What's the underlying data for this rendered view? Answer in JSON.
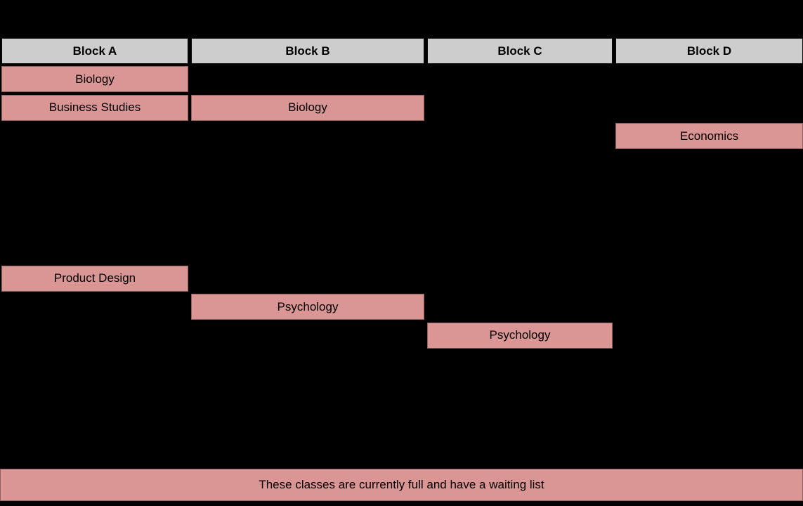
{
  "timetable": {
    "header": {
      "columns": [
        {
          "key": "A",
          "label": "Block A"
        },
        {
          "key": "B",
          "label": "Block B"
        },
        {
          "key": "C",
          "label": "Block C"
        },
        {
          "key": "D",
          "label": "Block D"
        }
      ]
    },
    "rows": [
      {
        "cells": [
          {
            "column": "A",
            "label": "Biology"
          }
        ]
      },
      {
        "cells": [
          {
            "column": "A",
            "label": "Business Studies"
          },
          {
            "column": "B",
            "label": "Biology"
          }
        ]
      },
      {
        "cells": [
          {
            "column": "D",
            "label": "Economics"
          }
        ]
      },
      {
        "cells": []
      },
      {
        "cells": []
      },
      {
        "cells": []
      },
      {
        "cells": []
      },
      {
        "cells": [
          {
            "column": "A",
            "label": "Product Design"
          }
        ]
      },
      {
        "cells": [
          {
            "column": "B",
            "label": "Psychology"
          }
        ]
      },
      {
        "cells": [
          {
            "column": "C",
            "label": "Psychology"
          }
        ]
      }
    ]
  },
  "footer": {
    "note": "These classes are currently full and have a waiting list"
  },
  "colors": {
    "background": "#000000",
    "header_bg": "#cdcdcd",
    "class_cell_bg": "#da9694",
    "text": "#000000"
  }
}
